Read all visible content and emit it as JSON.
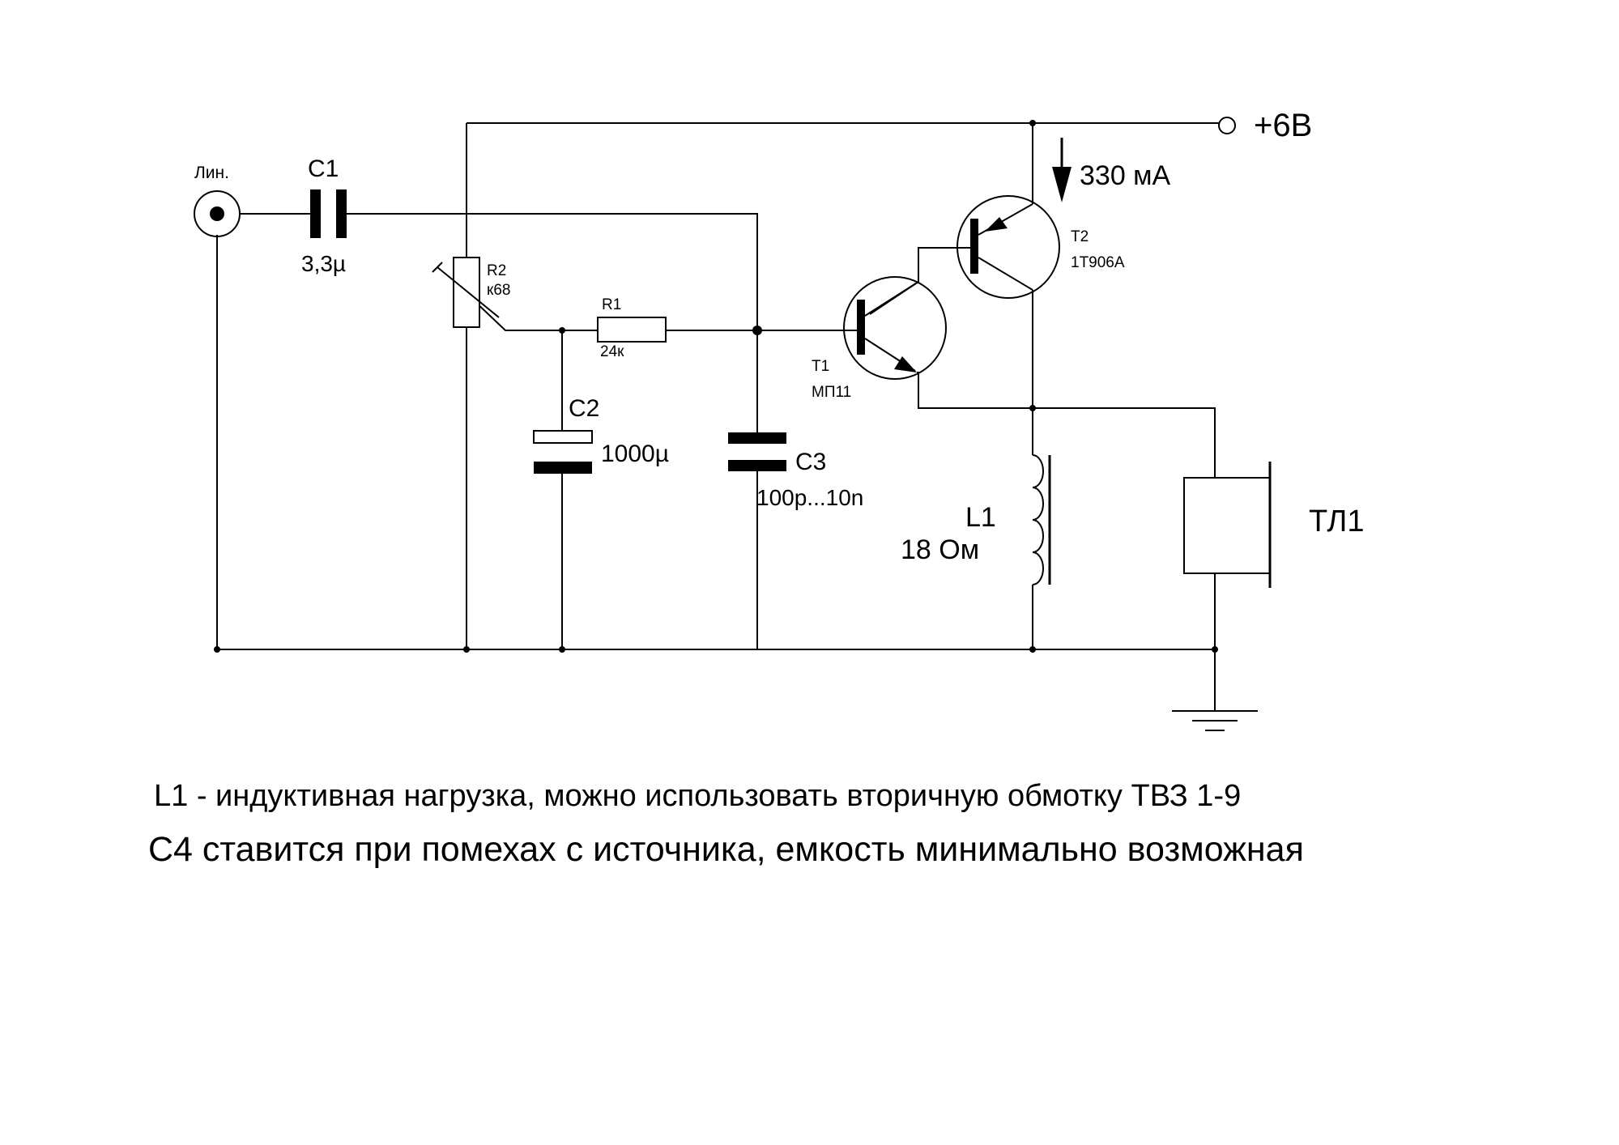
{
  "diagram": {
    "input_label": "Лин.",
    "supply_label": "+6В",
    "current_label": "330 мА",
    "components": {
      "C1": {
        "ref": "C1",
        "value": "3,3µ"
      },
      "R2": {
        "ref": "R2",
        "value": "к68"
      },
      "R1": {
        "ref": "R1",
        "value": "24к"
      },
      "C2": {
        "ref": "C2",
        "value": "1000µ"
      },
      "C3": {
        "ref": "C3",
        "value": "100p...10n"
      },
      "T1": {
        "ref": "T1",
        "value": "МП11"
      },
      "T2": {
        "ref": "T2",
        "value": "1Т906А"
      },
      "L1": {
        "ref": "L1",
        "value": "18 Ом"
      },
      "TL1": {
        "ref": "ТЛ1"
      }
    }
  },
  "notes": {
    "line1": "L1 - индуктивная нагрузка, можно использовать вторичную обмотку ТВЗ 1-9",
    "line2": "С4 ставится при помехах с источника, емкость минимально возможная"
  },
  "colors": {
    "ink": "#000000",
    "background": "#ffffff"
  }
}
